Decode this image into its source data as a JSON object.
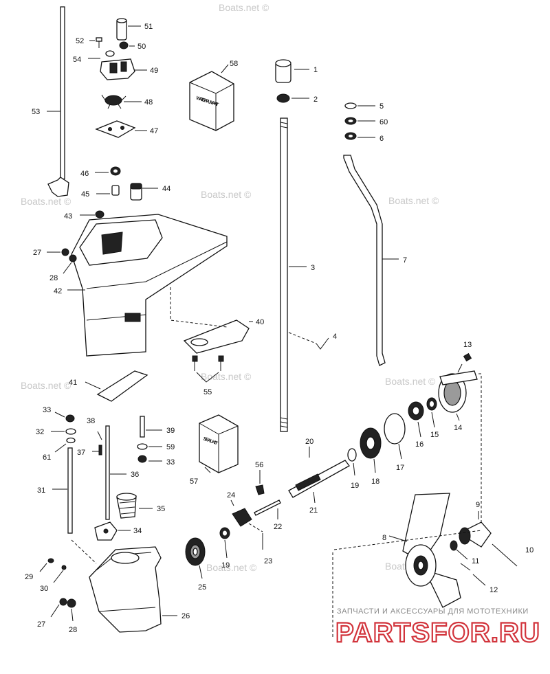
{
  "watermark": "Boats.net ©",
  "brand": {
    "tagline": "ЗАПЧАСТИ И АКСЕССУАРЫ ДЛЯ МОТОТЕХНИКИ",
    "logo": "PARTSFOR.RU"
  },
  "kits": {
    "water_pump_kit": "WATER PUMP KIT",
    "seal_kit": "SEAL KIT"
  },
  "colors": {
    "brand_red": "#d2343c",
    "watermark_gray": "#c8c8c8",
    "ink": "#111111"
  },
  "labels": {
    "n1": "1",
    "n2": "2",
    "n3": "3",
    "n4": "4",
    "n5": "5",
    "n6": "6",
    "n7": "7",
    "n8": "8",
    "n9": "9",
    "n10": "10",
    "n11": "11",
    "n12": "12",
    "n13": "13",
    "n14": "14",
    "n15": "15",
    "n16": "16",
    "n17": "17",
    "n18": "18",
    "n19a": "19",
    "n19b": "19",
    "n20": "20",
    "n21": "21",
    "n22": "22",
    "n23": "23",
    "n24": "24",
    "n25": "25",
    "n26": "26",
    "n27a": "27",
    "n27b": "27",
    "n28a": "28",
    "n28b": "28",
    "n29": "29",
    "n30": "30",
    "n31": "31",
    "n32": "32",
    "n33a": "33",
    "n33b": "33",
    "n34": "34",
    "n35": "35",
    "n36": "36",
    "n37": "37",
    "n38": "38",
    "n39": "39",
    "n40": "40",
    "n41": "41",
    "n42": "42",
    "n43": "43",
    "n44": "44",
    "n45": "45",
    "n46": "46",
    "n47": "47",
    "n48": "48",
    "n49": "49",
    "n50": "50",
    "n51": "51",
    "n52": "52",
    "n53": "53",
    "n54": "54",
    "n55": "55",
    "n56": "56",
    "n57": "57",
    "n58": "58",
    "n59": "59",
    "n60": "60",
    "n61": "61"
  }
}
